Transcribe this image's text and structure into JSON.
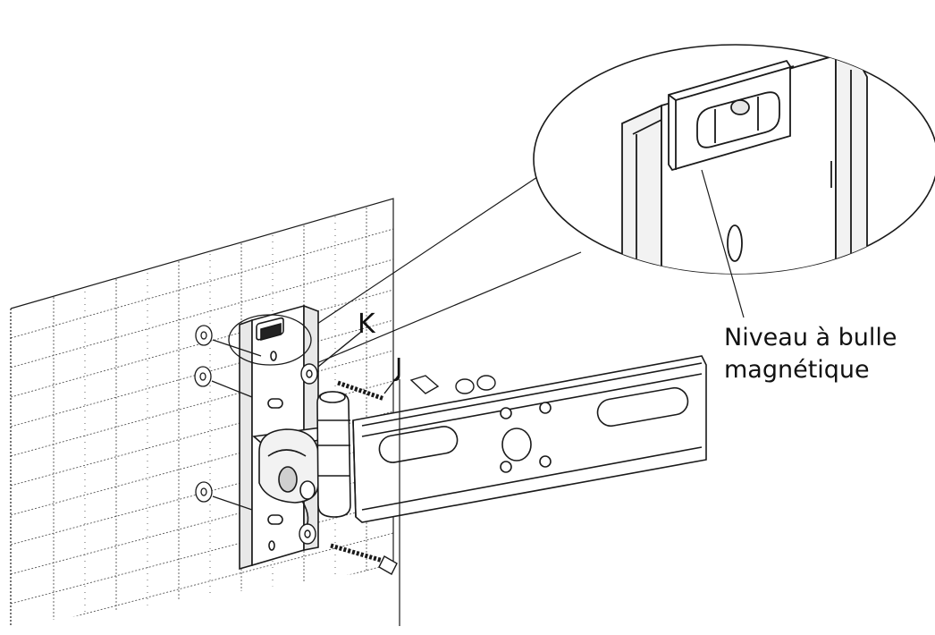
{
  "labels": {
    "part_k": "K",
    "part_j": "J",
    "level_line1": "Niveau à bulle",
    "level_line2": "magnétique"
  },
  "colors": {
    "stroke": "#1a1a1a",
    "wall_lines": "#555555",
    "background": "#ffffff",
    "part_fill": "#ffffff",
    "shade": "#d9d9d9"
  }
}
